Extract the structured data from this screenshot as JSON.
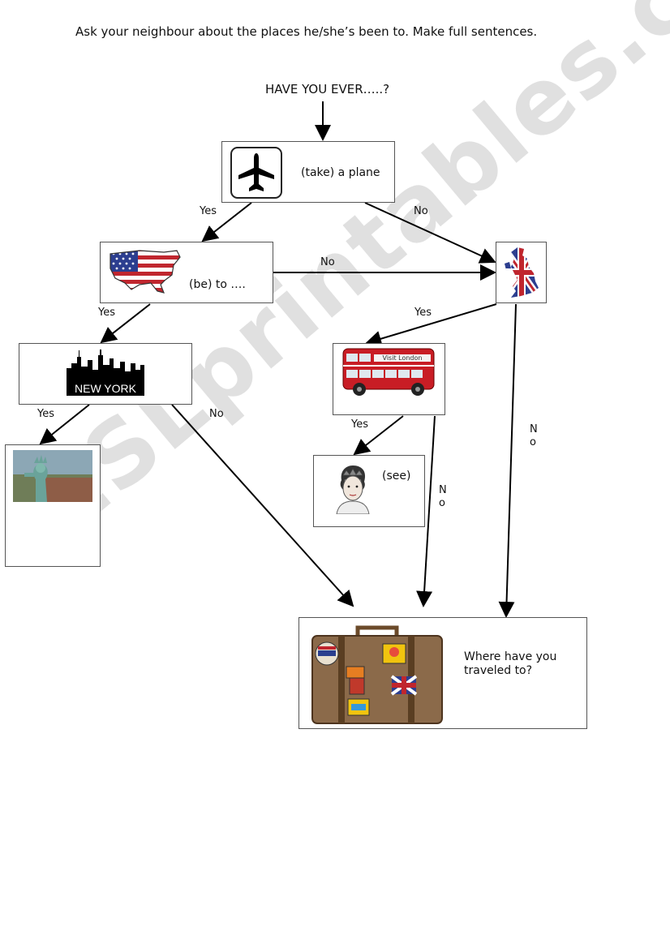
{
  "instruction": "Ask your neighbour about the places he/she’s been to. Make full sentences.",
  "heading": "HAVE YOU EVER…..?",
  "nodes": {
    "plane": "(take) a plane",
    "usa": "(be) to ….",
    "newyork_sign": "NEW YORK",
    "bus_sign": "Visit London",
    "queen": "(see)",
    "suitcase": "Where have you traveled to?"
  },
  "edges": {
    "plane_yes": "Yes",
    "plane_no": "No",
    "usa_no": "No",
    "usa_yes": "Yes",
    "uk_yes": "Yes",
    "uk_no": "No",
    "ny_yes": "Yes",
    "ny_no": "No",
    "bus_yes": "Yes",
    "bus_no": "No"
  },
  "watermark": "ESLprintables.com"
}
